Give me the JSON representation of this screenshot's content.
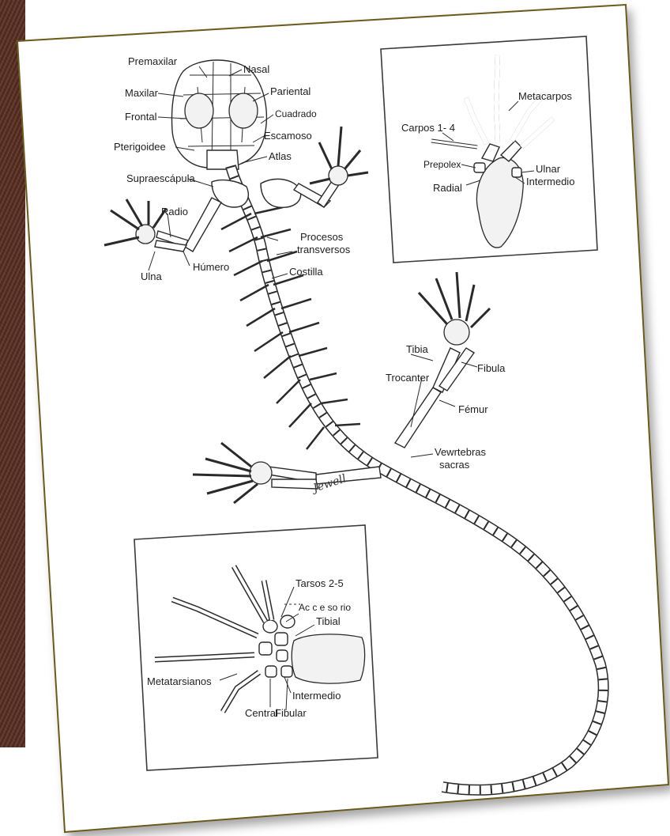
{
  "labels": {
    "premaxilar": "Premaxilar",
    "nasal": "Nasal",
    "maxilar": "Maxilar",
    "pariental": "Pariental",
    "frontal": "Frontal",
    "cuadrado": "Cuadrado",
    "escamoso": "Escamoso",
    "pterigoidee": "Pterigoidee",
    "atlas": "Atlas",
    "supraescapula": "Supraescápula",
    "radio": "Radio",
    "procesos": "Procesos",
    "transversos": "transversos",
    "humero": "Húmero",
    "ulna": "Ulna",
    "costilla": "Costilla",
    "tibia": "Tibia",
    "fibula": "Fibula",
    "trocanter": "Trocanter",
    "femur": "Fémur",
    "vertebras": "Vewrtebras",
    "sacras": "sacras",
    "signature": "Jewell"
  },
  "hand_inset": {
    "metacarpos": "Metacarpos",
    "carpos": "Carpos 1- 4",
    "prepolex": "Prepolex",
    "ulnar": "Ulnar",
    "radial": "Radial",
    "intermedio": "Intermedio"
  },
  "foot_inset": {
    "tarsos": "Tarsos 2-5",
    "accesorio": "Ac c e so rio",
    "tibial": "Tibial",
    "metatarsianos": "Metatarsianos",
    "intermedio": "Intermedio",
    "central": "Central",
    "fibular": "Fibular"
  },
  "colors": {
    "board": "#5a2f22",
    "paper_edge": "#6b5a1e",
    "ink": "#2a2a2a"
  }
}
